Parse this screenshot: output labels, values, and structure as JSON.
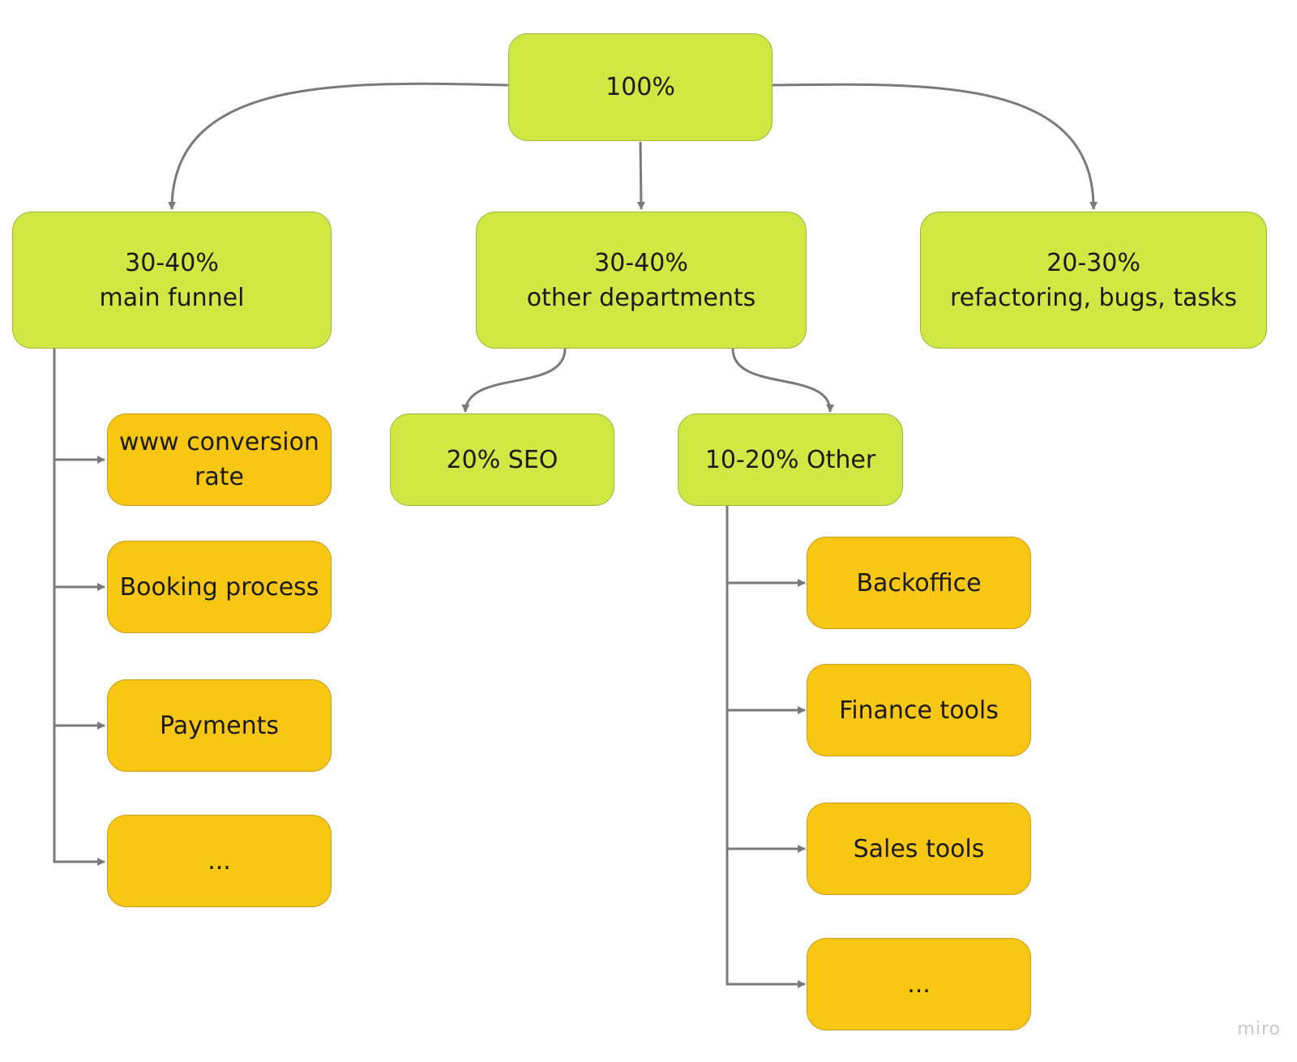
{
  "nodes": {
    "root": {
      "label": "100%"
    },
    "main_funnel": {
      "label": "30-40%\nmain funnel"
    },
    "other_departments": {
      "label": "30-40%\nother departments"
    },
    "refactoring": {
      "label": "20-30%\nrefactoring, bugs, tasks"
    },
    "seo": {
      "label": "20% SEO"
    },
    "other": {
      "label": "10-20% Other"
    },
    "www_conversion": {
      "label": "www conversion\nrate"
    },
    "booking": {
      "label": "Booking process"
    },
    "payments": {
      "label": "Payments"
    },
    "funnel_more": {
      "label": "..."
    },
    "backoffice": {
      "label": "Backoffice"
    },
    "finance": {
      "label": "Finance tools"
    },
    "sales": {
      "label": "Sales tools"
    },
    "other_more": {
      "label": "..."
    }
  },
  "watermark": "miro",
  "colors": {
    "category_fill": "#cfe844",
    "item_fill": "#f8c714",
    "connector": "#7a7a7a"
  }
}
